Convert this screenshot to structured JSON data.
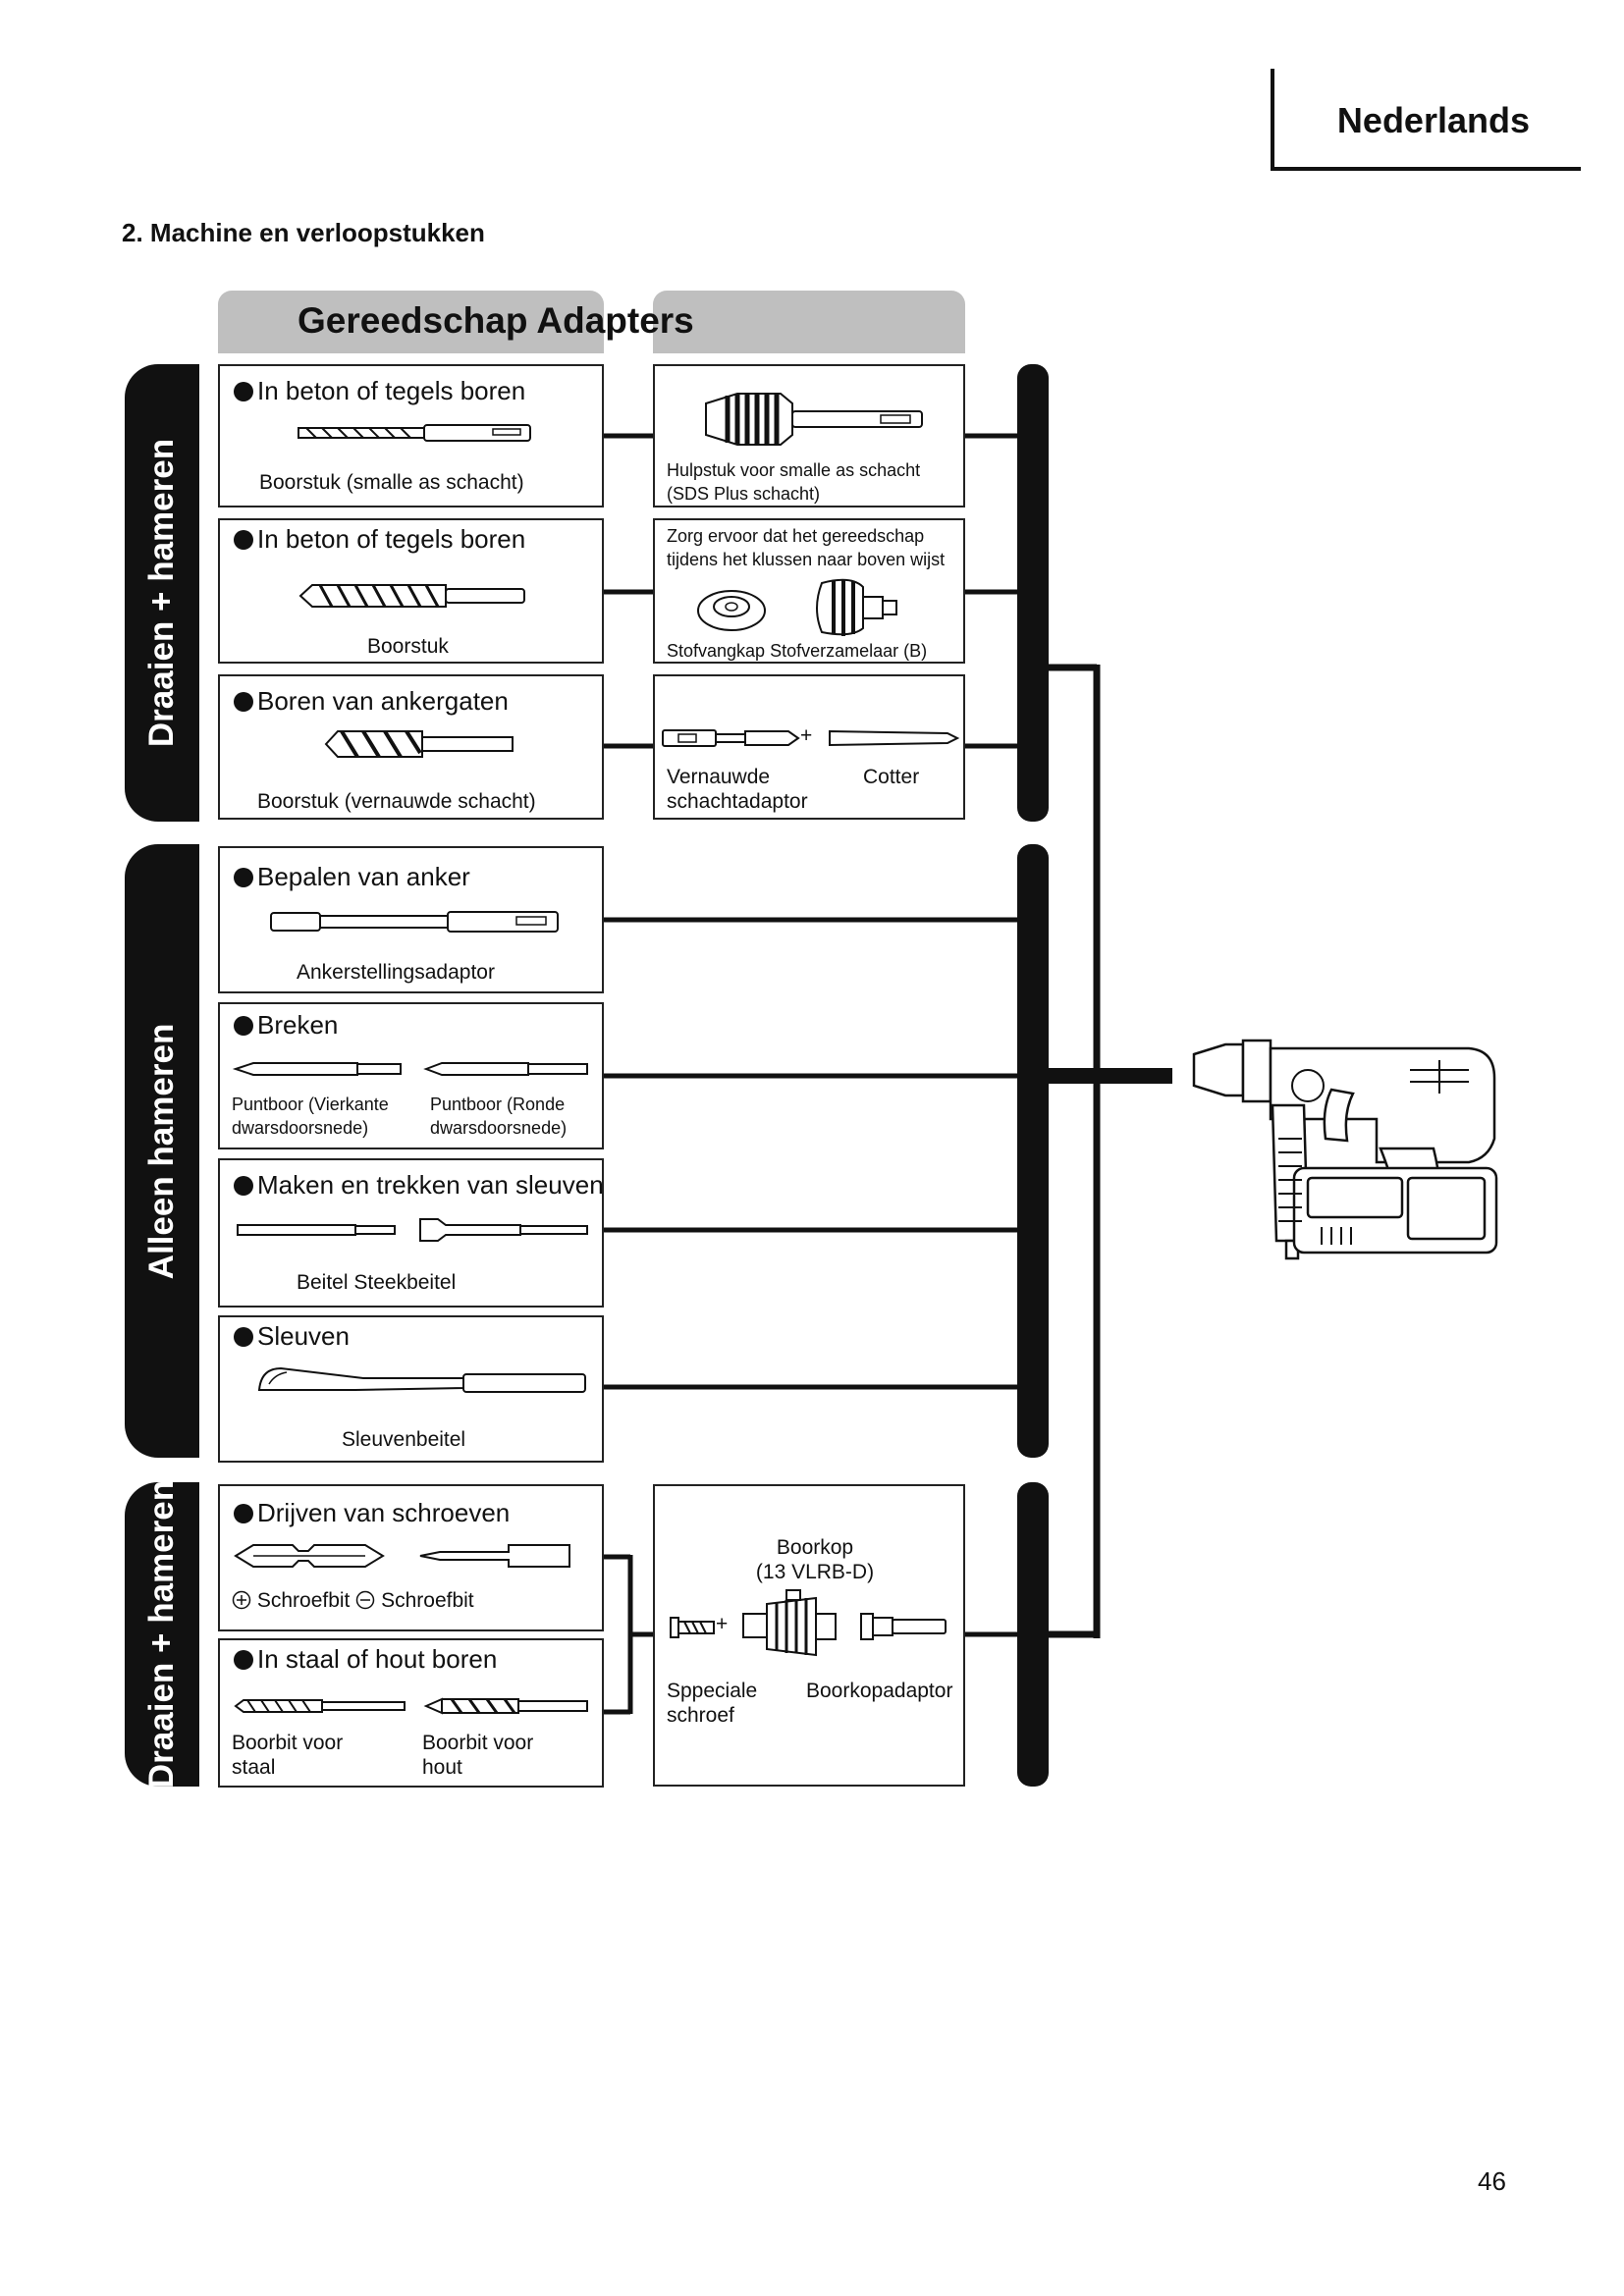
{
  "header": {
    "language": "Nederlands"
  },
  "section_title": "2. Machine en verloopstukken",
  "column_header": {
    "tools": "Gereedschap",
    "adapters": "Adapters"
  },
  "groups": [
    {
      "label": "Draaien + hameren"
    },
    {
      "label": "Alleen hameren"
    },
    {
      "label": "Draaien + hameren"
    }
  ],
  "tool_boxes": [
    {
      "title": "In beton of tegels boren",
      "caption": "Boorstuk  (smalle  as  schacht)"
    },
    {
      "title": "In beton of tegels boren",
      "caption": "Boorstuk"
    },
    {
      "title": "Boren van ankergaten",
      "caption": "Boorstuk (vernauwde schacht)"
    },
    {
      "title": "Bepalen van anker",
      "caption": "Ankerstellingsadaptor"
    },
    {
      "title": "Breken",
      "caption_left": "Puntboor (Vierkante\ndwarsdoorsnede)",
      "caption_right": "Puntboor (Ronde\ndwarsdoorsnede)"
    },
    {
      "title": "Maken en trekken van sleuven",
      "caption": "Beitel Steekbeitel"
    },
    {
      "title": "Sleuven",
      "caption": "Sleuvenbeitel"
    },
    {
      "title": "Drijven van schroeven",
      "caption": "Schroefbit",
      "caption_2": "Schroefbit"
    },
    {
      "title": "In staal of hout boren",
      "caption_left": "Boorbit voor\nstaal",
      "caption_right": "Boorbit voor\nhout"
    }
  ],
  "adapter_boxes": [
    {
      "caption": "Hulpstuk voor smalle as schacht\n(SDS Plus schacht)"
    },
    {
      "note": "Zorg ervoor dat het gereedschap\ntijdens het klussen naar boven wijst",
      "caption": "Stofvangkap Stofverzamelaar (B)"
    },
    {
      "caption_left": "Vernauwde\nschachtadaptor",
      "caption_right": "Cotter",
      "plus": "+"
    },
    {
      "top_label": "Boorkop\n(13 VLRB-D)",
      "caption_left": "Sppeciale\nschroef",
      "caption_right": "Boorkopadaptor",
      "plus": "+"
    }
  ],
  "page_number": "46"
}
